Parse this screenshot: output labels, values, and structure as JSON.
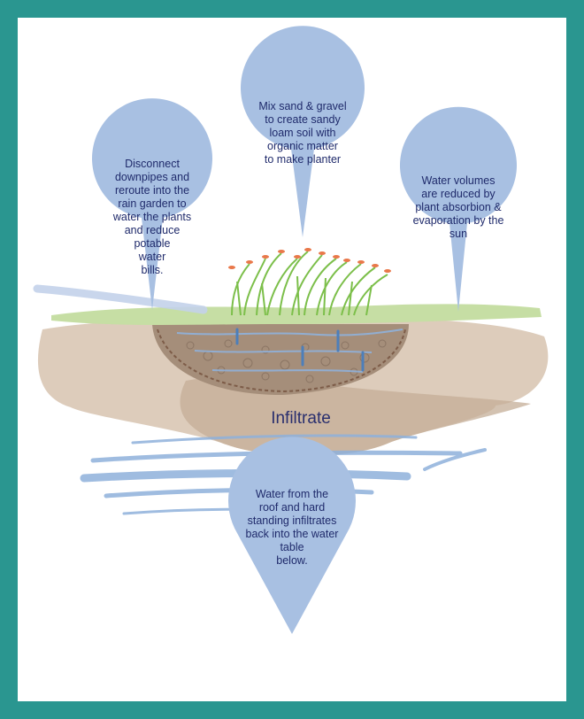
{
  "colors": {
    "frame": "#2a9690",
    "pin": "#a8c0e2",
    "text": "#1f2a6b",
    "soil_light": "#d9c7b4",
    "soil_dark": "#a58e7a",
    "grass": "#7cbf4a",
    "water": "#8fb1db"
  },
  "pins": [
    {
      "id": "downpipes",
      "text": "Disconnect\ndownpipes and\nreroute into the\nrain garden to\nwater the plants\nand reduce\npotable\nwater\nbills."
    },
    {
      "id": "soil-mix",
      "text": "Mix sand & gravel\nto create sandy\nloam soil with\norganic matter\nto make planter"
    },
    {
      "id": "evaporation",
      "text": "Water volumes\nare reduced by\nplant absorbion &\nevaporation by the\nsun"
    },
    {
      "id": "water-table",
      "text": "Water from the\nroof and hard\nstanding infiltrates\nback into the water\ntable\nbelow."
    }
  ],
  "labels": {
    "infiltrate": "Infiltrate"
  }
}
